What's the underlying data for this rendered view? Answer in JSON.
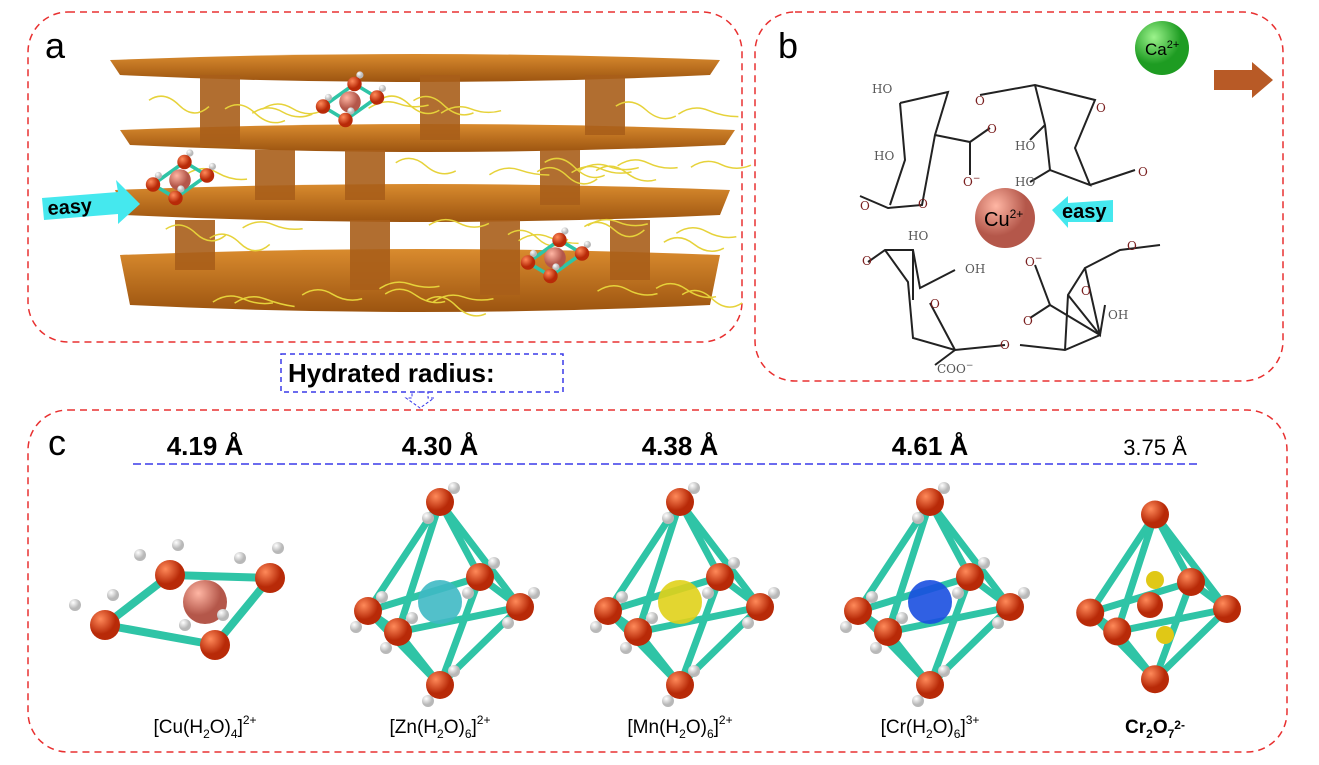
{
  "panels": {
    "a": {
      "label": "a",
      "arrow_text": "easy"
    },
    "b": {
      "label": "b",
      "arrow_text": "easy",
      "calcium_ion": "Ca",
      "calcium_charge": "2+",
      "copper_ion": "Cu",
      "copper_charge": "2+",
      "atoms": {
        "ho": "HO",
        "oh": "OH",
        "o": "O",
        "o_minus": "O",
        "minus": "−",
        "coo": "COO"
      }
    },
    "c": {
      "label": "c"
    }
  },
  "hydrated_radius_label": "Hydrated radius:",
  "species": [
    {
      "radius": "4.19 Å",
      "pre": "[Cu(H",
      "sub1": "2",
      "mid": "O)",
      "sub2": "4",
      "post": "]",
      "sup": "2+",
      "center_color": "#e98a7a"
    },
    {
      "radius": "4.30 Å",
      "pre": "[Zn(H",
      "sub1": "2",
      "mid": "O)",
      "sub2": "6",
      "post": "]",
      "sup": "2+",
      "center_color": "#3fb9c4"
    },
    {
      "radius": "4.38 Å",
      "pre": "[Mn(H",
      "sub1": "2",
      "mid": "O)",
      "sub2": "6",
      "post": "]",
      "sup": "2+",
      "center_color": "#e0d21a"
    },
    {
      "radius": "4.61 Å",
      "pre": "[Cr(H",
      "sub1": "2",
      "mid": "O)",
      "sub2": "6",
      "post": "]",
      "sup": "3+",
      "center_color": "#1a4fe0"
    },
    {
      "radius": "3.75 Å",
      "pre": "Cr",
      "sub1": "2",
      "mid": "O",
      "sub2": "7",
      "post": "",
      "sup": "2-",
      "center_color": "#e0c816"
    }
  ],
  "colors": {
    "frame": "#e83030",
    "guide": "#3a3ae8",
    "bond": "#2fc4a6",
    "oxygen": "#d83a14",
    "hydrogen": "#dddddd",
    "sheet": "#c9721a",
    "fiber": "#e6d23a",
    "arrow": "#45e8ee"
  }
}
